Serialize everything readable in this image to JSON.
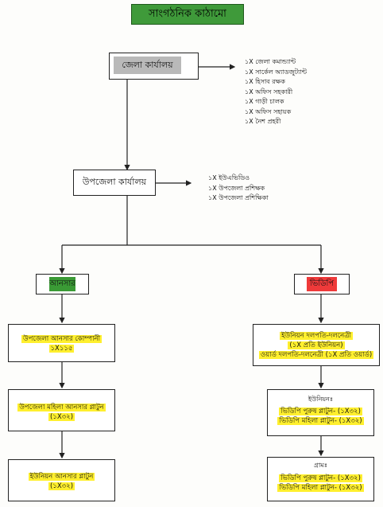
{
  "title": "সাংগঠনিক কাঠামো",
  "district": {
    "label": "জেলা কার্যালয়",
    "staff": [
      "১X জেলা কমান্ড্যান্ট",
      "১X সার্কেল অ্যাডজুট্যান্ট",
      "১X হিসাব রক্ষক",
      "১X অফিস সহকারী",
      "১X গাড়ী চালক",
      "১X অফিস সহায়ক",
      "১X নৈশ প্রহরী"
    ]
  },
  "upazila": {
    "label": "উপজেলা কার্যালয়",
    "staff": [
      "১X ইউএভিডিও",
      "১X উপজেলা প্রশিক্ষক",
      "১X উপজেলা প্রশিক্ষিকা"
    ]
  },
  "ansar": {
    "label": "আনসার",
    "color": "#3a9a35",
    "units": [
      {
        "lines": [
          "উপজেলা আনসার কোম্পানী",
          "১X১১৫"
        ]
      },
      {
        "lines": [
          "উপজেলা মহিলা আনসার প্লাটুন",
          "(১X৩২)"
        ]
      },
      {
        "lines": [
          "ইউনিয়ন আনসার প্লাটুন",
          "(১X৩২)"
        ]
      }
    ]
  },
  "vdp": {
    "label": "ভিডিপি",
    "color": "#ef3a3a",
    "units": [
      {
        "lines": [
          "ইউনিয়ন দলপতি-দলনেত্রী",
          "(১X প্রতি ইউনিয়ন)",
          "ওয়ার্ড দলপতি-দলনেত্রী (১X প্রতি ওয়ার্ড)"
        ]
      },
      {
        "heading": "ইউনিয়নঃ",
        "lines": [
          "ভিডিপি পুরুষ প্লাটুন- (১X৩২)",
          "ভিডিপি মহিলা প্লাটুন- (১X৩২)"
        ]
      },
      {
        "heading": "গ্রামঃ",
        "lines": [
          "ভিডিপি পুরুষ প্লাটুন- (১X৩২)",
          "ভিডিপি মহিলা প্লাটুন- (১X৩২)"
        ]
      }
    ]
  },
  "colors": {
    "highlight": "#ffef2e",
    "header_gray": "#b9b9b9",
    "title_green": "#3f9a3a"
  }
}
